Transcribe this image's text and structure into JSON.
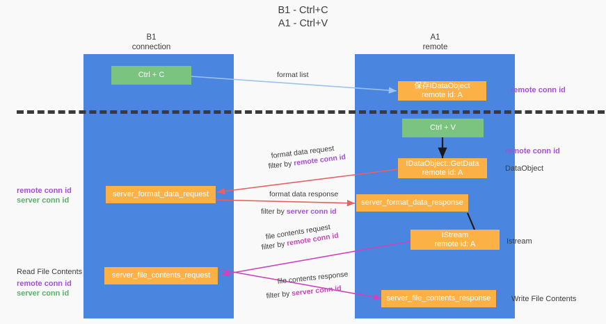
{
  "title": "B1 - Ctrl+C\nA1 - Ctrl+V",
  "columns": [
    {
      "id": "b1",
      "header": "B1\nconnection"
    },
    {
      "id": "a1",
      "header": "A1\nremote"
    }
  ],
  "boxes": {
    "ctrl_c": "Ctrl + C",
    "save_idataobject": "保存IDataObject\nremote id: A",
    "ctrl_v": "Ctrl + V",
    "getdata": "IDataObject::GetData\nremote id: A",
    "server_format_data_request": "server_format_data_request",
    "server_format_data_response": "server_format_data_response",
    "istream": "IStream\nremote id: A",
    "server_file_contents_request": "server_file_contents_request",
    "server_file_contents_response": "server_file_contents_response"
  },
  "edges": {
    "format_list": "format list",
    "format_data_request": "format data request",
    "format_data_request_filter_prefix": "filter by ",
    "format_data_request_filter_key": "remote conn id",
    "format_data_response": "format data response",
    "format_data_response_filter_prefix": "filter by ",
    "format_data_response_filter_key": "server conn id",
    "file_contents_request": "file contents request",
    "file_contents_request_filter_prefix": "filter by ",
    "file_contents_request_filter_key": "remote conn id",
    "file_contents_response": "file contents response",
    "file_contents_response_filter_prefix": "filter by ",
    "file_contents_response_filter_key": "server conn id"
  },
  "annotations": {
    "right_remote_conn_id_top": "remote conn id",
    "right_remote_conn_id_mid": "remote conn id",
    "right_dataobject": "DataObject",
    "right_istream": "Istream",
    "right_write_file_contents": "Write File Contents",
    "left_remote_conn_id_1": "remote conn id",
    "left_server_conn_id_1": "server conn id",
    "left_read_file_contents": "Read File Contents",
    "left_remote_conn_id_2": "remote conn id",
    "left_server_conn_id_2": "server conn id"
  },
  "colors": {
    "column": "#4a86e0",
    "green_box": "#7ac47f",
    "orange_box": "#fcb146",
    "purple": "#a64ddb",
    "green_text": "#56b26a",
    "magenta": "#cc44bb",
    "red_arrow": "#ea6060",
    "light_blue_arrow": "#9cc3ea",
    "black_arrow": "#1a1a1a",
    "background": "#f9f9f9"
  }
}
